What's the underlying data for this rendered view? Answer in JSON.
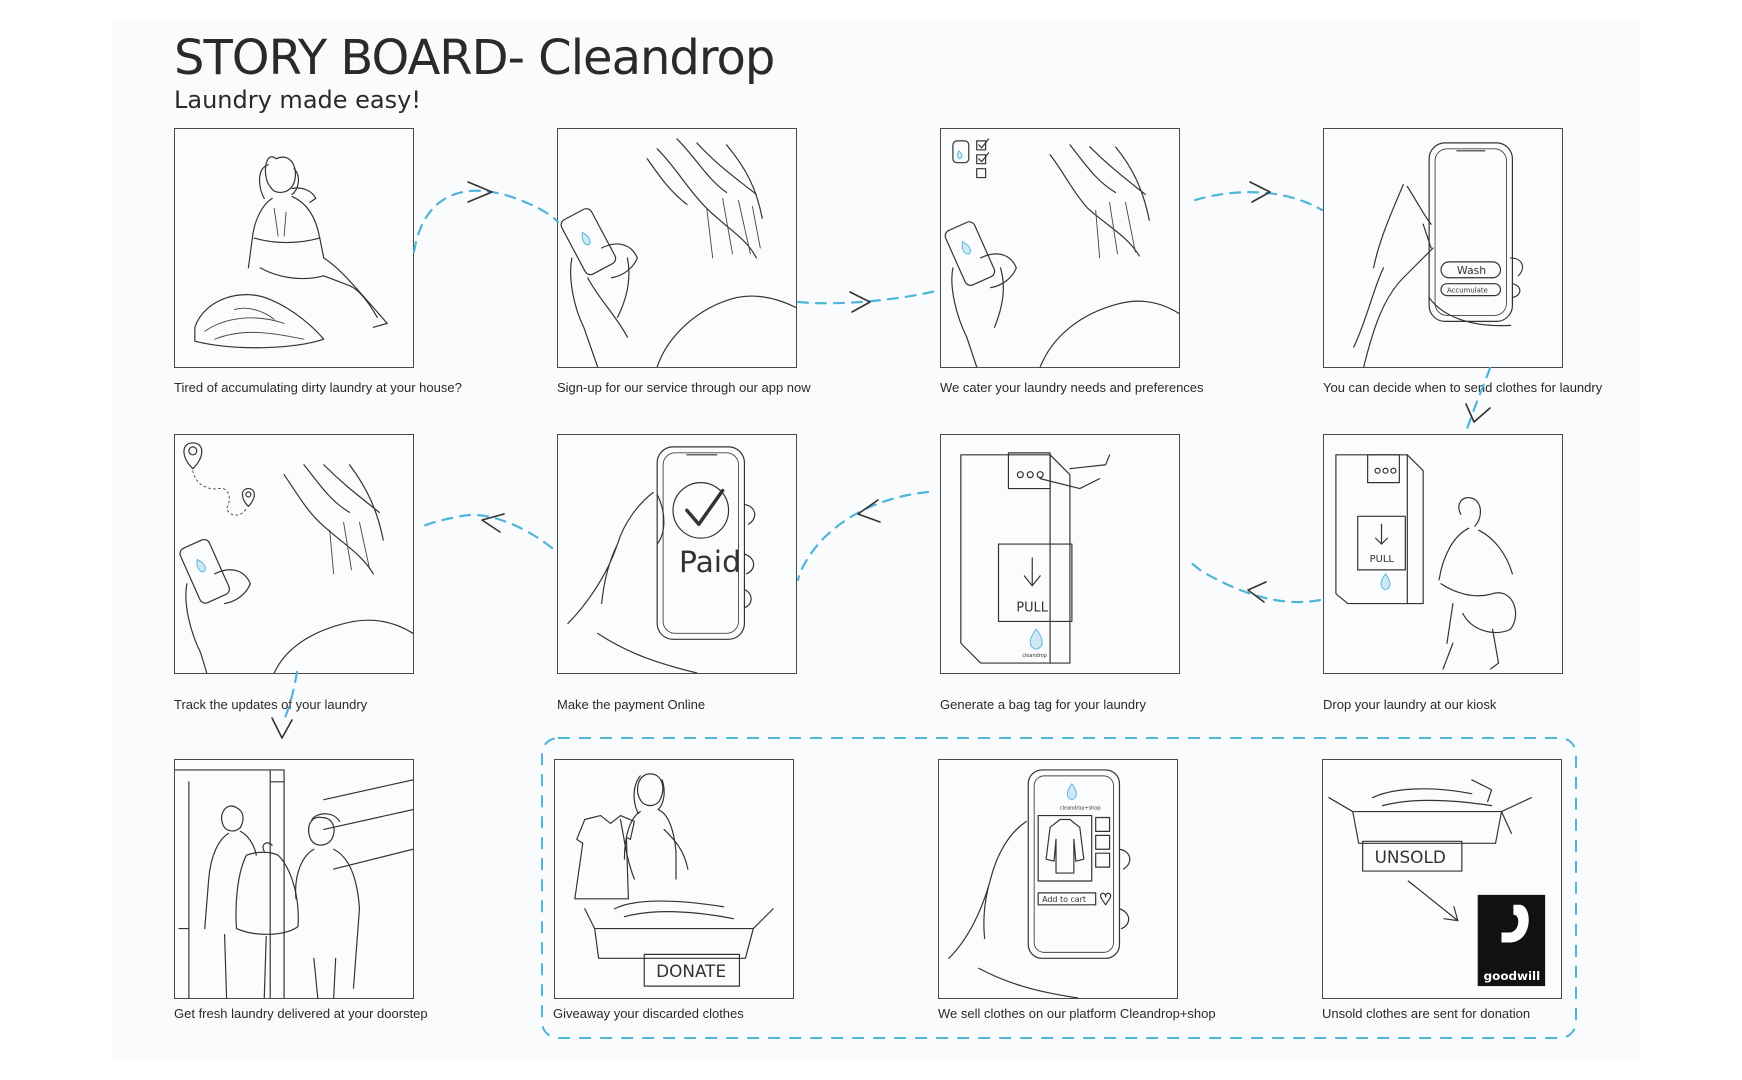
{
  "title": "STORY BOARD- Cleandrop",
  "subtitle": "Laundry made easy!",
  "colors": {
    "connector": "#4fb6d9",
    "ink": "#333333",
    "background": "#fafbfc"
  },
  "panels": [
    {
      "id": 1,
      "caption": "Tired of accumulating dirty laundry at your house?",
      "icon": "woman-with-laundry-pile"
    },
    {
      "id": 2,
      "caption": "Sign-up for our service through our app now",
      "icon": "hand-holding-phone"
    },
    {
      "id": 3,
      "caption": "We cater your laundry needs and preferences",
      "icon": "phone-with-checklist"
    },
    {
      "id": 4,
      "caption": "You can decide when to send clothes for laundry",
      "icon": "phone-wash-accumulate"
    },
    {
      "id": 5,
      "caption": "Track the updates of your laundry",
      "icon": "phone-with-location-pins"
    },
    {
      "id": 6,
      "caption": "Make the payment Online",
      "icon": "phone-paid"
    },
    {
      "id": 7,
      "caption": "Generate a bag tag for your laundry",
      "icon": "kiosk-tag"
    },
    {
      "id": 8,
      "caption": "Drop your laundry at our kiosk",
      "icon": "kiosk-drop"
    },
    {
      "id": 9,
      "caption": "Get fresh laundry delivered at your doorstep",
      "icon": "doorstep-delivery"
    },
    {
      "id": 10,
      "caption": "Giveaway your discarded clothes",
      "icon": "donate-box"
    },
    {
      "id": 11,
      "caption": "We sell clothes on our platform Cleandrop+shop",
      "icon": "shop-phone"
    },
    {
      "id": 12,
      "caption": "Unsold clothes are sent for donation",
      "icon": "unsold-box-goodwill"
    }
  ],
  "sketch_labels": {
    "wash": "Wash",
    "accumulate": "Accumulate",
    "paid": "Paid",
    "pull": "PULL",
    "donate": "DONATE",
    "add_to_cart": "Add to cart",
    "unsold": "UNSOLD",
    "goodwill": "goodwill",
    "brand_small": "cleandrop",
    "shop_small": "cleandrop+shop"
  }
}
